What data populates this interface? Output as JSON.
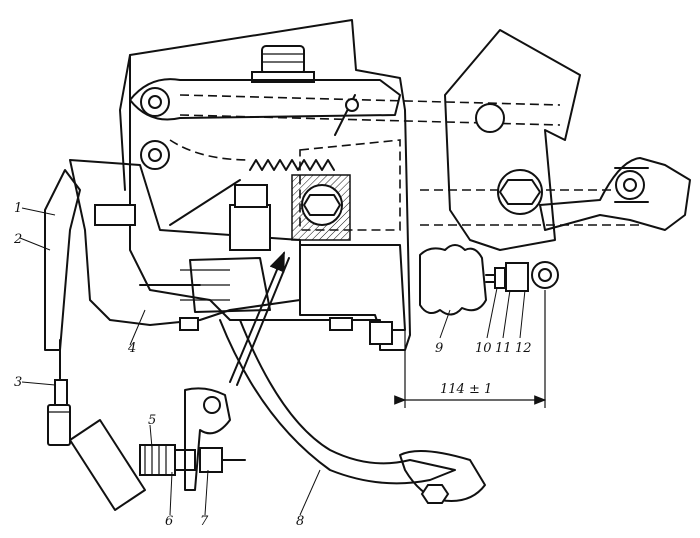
{
  "callouts": [
    {
      "id": "1",
      "text": "1"
    },
    {
      "id": "2",
      "text": "2"
    },
    {
      "id": "3",
      "text": "3"
    },
    {
      "id": "4",
      "text": "4"
    },
    {
      "id": "5",
      "text": "5"
    },
    {
      "id": "6",
      "text": "6"
    },
    {
      "id": "7",
      "text": "7"
    },
    {
      "id": "8",
      "text": "8"
    },
    {
      "id": "9",
      "text": "9"
    },
    {
      "id": "10",
      "text": "10"
    },
    {
      "id": "11",
      "text": "11"
    },
    {
      "id": "12",
      "text": "12"
    }
  ],
  "dimension": {
    "text": "114 ± 1"
  }
}
